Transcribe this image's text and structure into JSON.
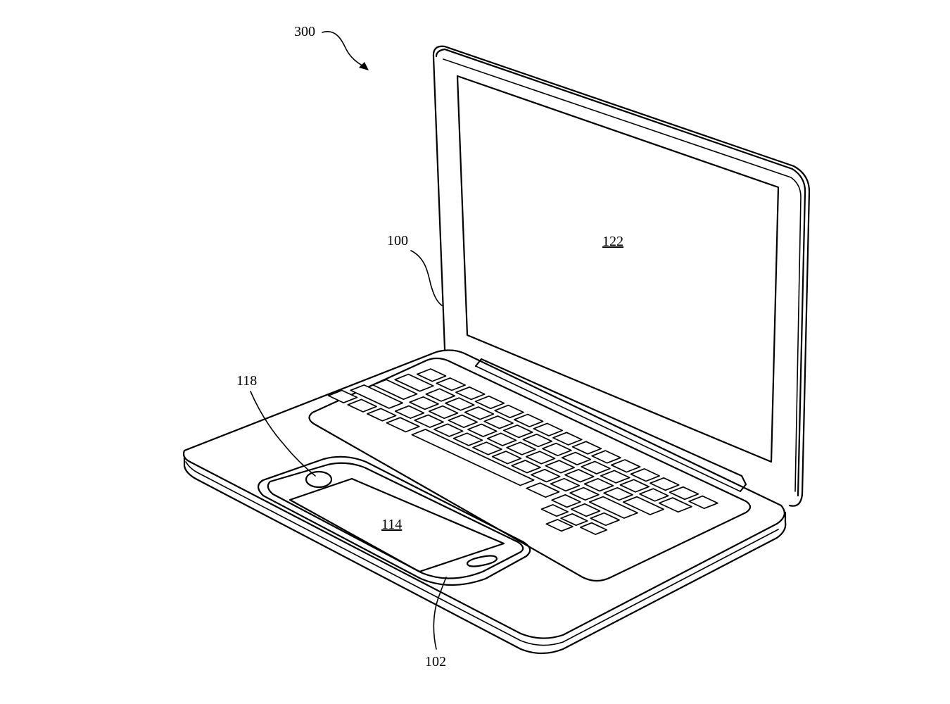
{
  "figure": {
    "labels": {
      "assembly": "300",
      "laptop": "100",
      "display": "122",
      "button": "118",
      "phone_display": "114",
      "phone": "102"
    }
  }
}
